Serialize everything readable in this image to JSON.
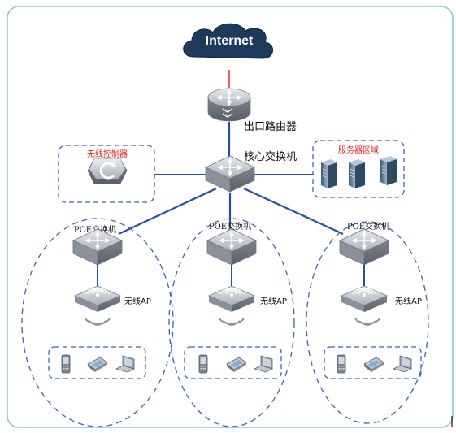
{
  "cloud": {
    "label": "Internet"
  },
  "router": {
    "label": "出口路由器"
  },
  "core_switch": {
    "label": "核心交换机"
  },
  "wireless_controller": {
    "label": "无线控制器"
  },
  "server_zone": {
    "label": "服务器区域"
  },
  "branches": [
    {
      "switch_label": "POE交换机",
      "ap_label": "无线AP"
    },
    {
      "switch_label": "POE交换机",
      "ap_label": "无线AP"
    },
    {
      "switch_label": "POE交换机",
      "ap_label": "无线AP"
    }
  ],
  "colors": {
    "frame": "#8fc6d6",
    "dashed": "#3b63b3",
    "link": "#2b4f9c",
    "uplink": "#e02020",
    "red_label": "#d81e1e",
    "device": "#8c939c",
    "cloud": "#1d3a5c"
  }
}
